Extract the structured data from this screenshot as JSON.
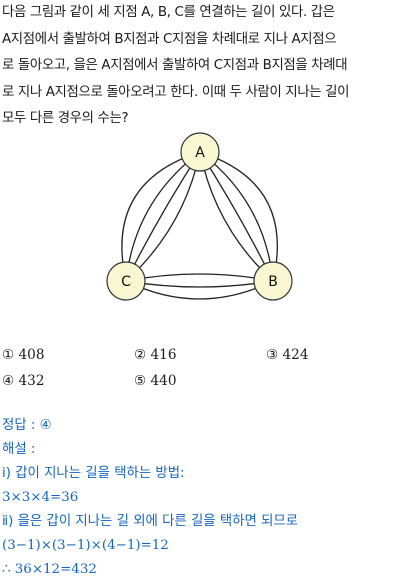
{
  "problem": {
    "lines": [
      "다음 그림과 같이 세 지점 A, B, C를 연결하는 길이 있다. 갑은",
      "A지점에서 출발하여 B지점과 C지점을 차례대로 지나 A지점으",
      "로 돌아오고, 을은 A지점에서 출발하여 C지점과 B지점을 차례대",
      "로 지나 A지점으로 돌아오려고 한다. 이때 두 사람이 지나는 길이",
      "모두 다른 경우의 수는?"
    ]
  },
  "diagram": {
    "nodes": [
      {
        "id": "A",
        "label": "A"
      },
      {
        "id": "B",
        "label": "B"
      },
      {
        "id": "C",
        "label": "C"
      }
    ],
    "edges": [
      {
        "from": "A",
        "to": "B",
        "count": 4
      },
      {
        "from": "A",
        "to": "C",
        "count": 4
      },
      {
        "from": "B",
        "to": "C",
        "count": 3
      }
    ],
    "node_fill": "#f8f7d2",
    "edge_color": "#222222"
  },
  "choices": [
    {
      "mark": "①",
      "value": "408"
    },
    {
      "mark": "②",
      "value": "416"
    },
    {
      "mark": "③",
      "value": "424"
    },
    {
      "mark": "④",
      "value": "432"
    },
    {
      "mark": "⑤",
      "value": "440"
    }
  ],
  "solution": {
    "color": "#1565c0",
    "answer": "정답 : ④",
    "heading": "해설 :",
    "step1_title": "ⅰ) 갑이 지나는 길을 택하는 방법:",
    "step1_math": "3×3×4=36",
    "step2_title": "ⅱ) 을은 갑이 지나는 길 외에 다른 길을 택하면 되므로",
    "step2_math": "(3−1)×(3−1)×(4−1)=12",
    "conclusion": "∴ 36×12=432"
  }
}
